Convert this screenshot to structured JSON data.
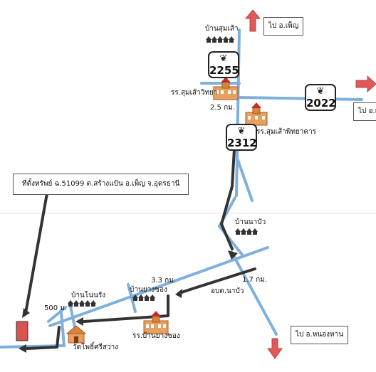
{
  "roads": {
    "route_2255": "2255",
    "route_2022": "2022",
    "route_2312": "2312"
  },
  "destinations": {
    "north": "ไป อ.เพ็ญ",
    "east": "ไป อ.เ",
    "south": "ไป อ.หนองหาน"
  },
  "places": {
    "ban_sum_sao": "บ้านสุมเส้า",
    "school_sum_sao_witthaya": "รร.สุมเส้าวิทยา",
    "school_sum_sao_phitthayakhan": "รร.สุมเส้าพิทยาคาร",
    "ban_na_bua": "บ้านนาบัว",
    "obt_na_bua": "อบต.นาบัว",
    "ban_yang_song": "บ้านยางซอง",
    "school_ban_yang_song": "รร.บ้านยางซอง",
    "ban_non_rang": "บ้านโนนรัง",
    "wat_pho_si_sawang": "วัดโพธิ์ศรีสว่าง"
  },
  "distances": {
    "d_2_5": "2.5 กม.",
    "d_1_7": "1.7 กม.",
    "d_3_3": "3.3 กม.",
    "d_500": "500 ม."
  },
  "property": {
    "label": "ที่ตั้งทรัพย์ ฉ.51099 ต.สร้างแป้น อ.เพ็ญ จ.อุดรธานี"
  },
  "colors": {
    "road": "#7fb0dd",
    "route_arrow": "#333333",
    "direction_arrow": "#e0585a",
    "property_marker": "#d9534f",
    "school_building": "#d9843b"
  },
  "icons": {
    "highway_shield": "garuda-emblem",
    "village": "houses-icon",
    "school": "school-building-icon",
    "temple": "temple-icon"
  }
}
